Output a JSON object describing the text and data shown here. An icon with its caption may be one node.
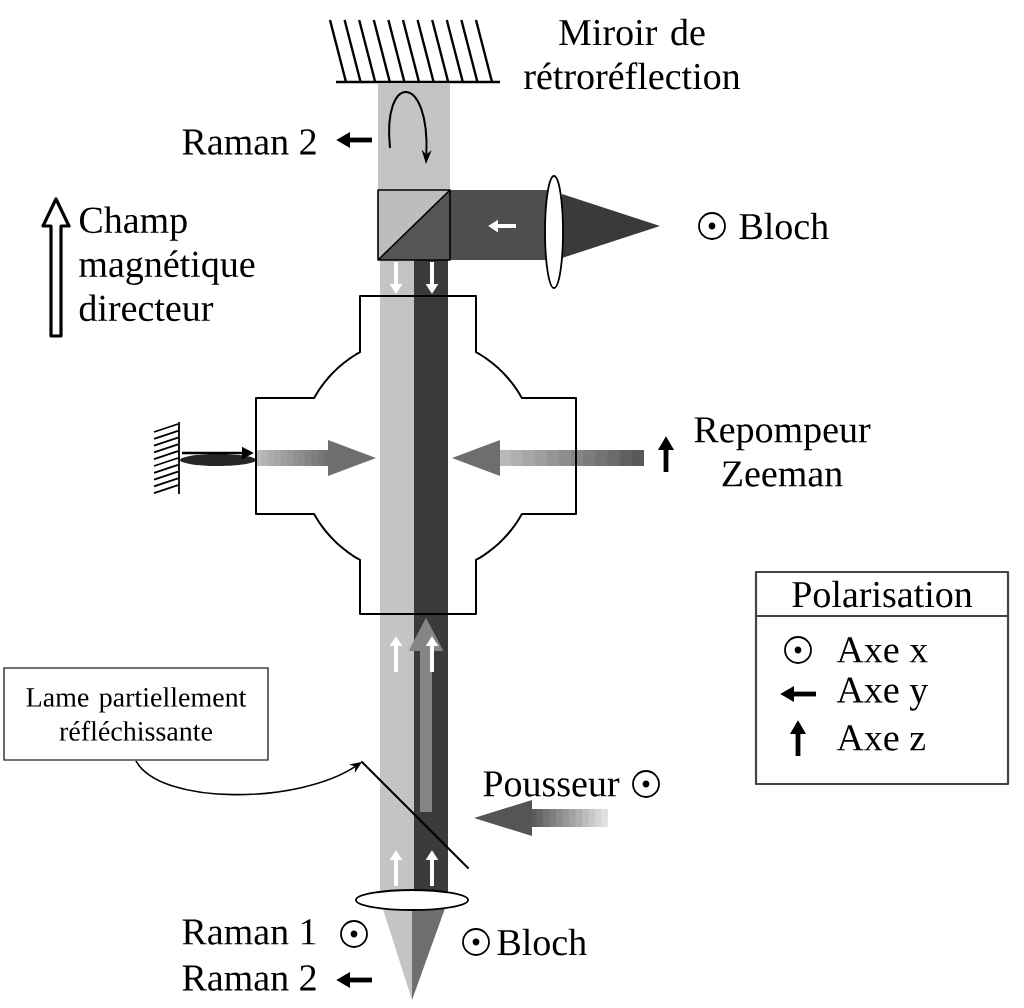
{
  "diagram": {
    "nodes": [
      {
        "text": [],
        "shape": "cross"
      },
      {
        "text": [
          "Lame partiellement réfléchissante"
        ]
      },
      {
        "text": [],
        "shape": "line"
      }
    ],
    "edges": [
      {
        "from": 1,
        "to": 2,
        "arrow": "to"
      },
      {
        "from": 2,
        "to": 0,
        "arrow": "to",
        "style": "thick",
        "color": "#858585"
      }
    ],
    "labels": [
      "Miroir de rétroréflection",
      "Raman 2",
      "Champ magnétique directeur",
      "Bloch",
      "Repompeur Zeeman",
      "Polarisation",
      "Pousseur",
      "Raman 1",
      "Bloch",
      "Raman 2"
    ],
    "legend": [
      {
        "text": "Axe x"
      },
      {
        "text": "Axe y"
      },
      {
        "text": "Axe z"
      }
    ]
  }
}
